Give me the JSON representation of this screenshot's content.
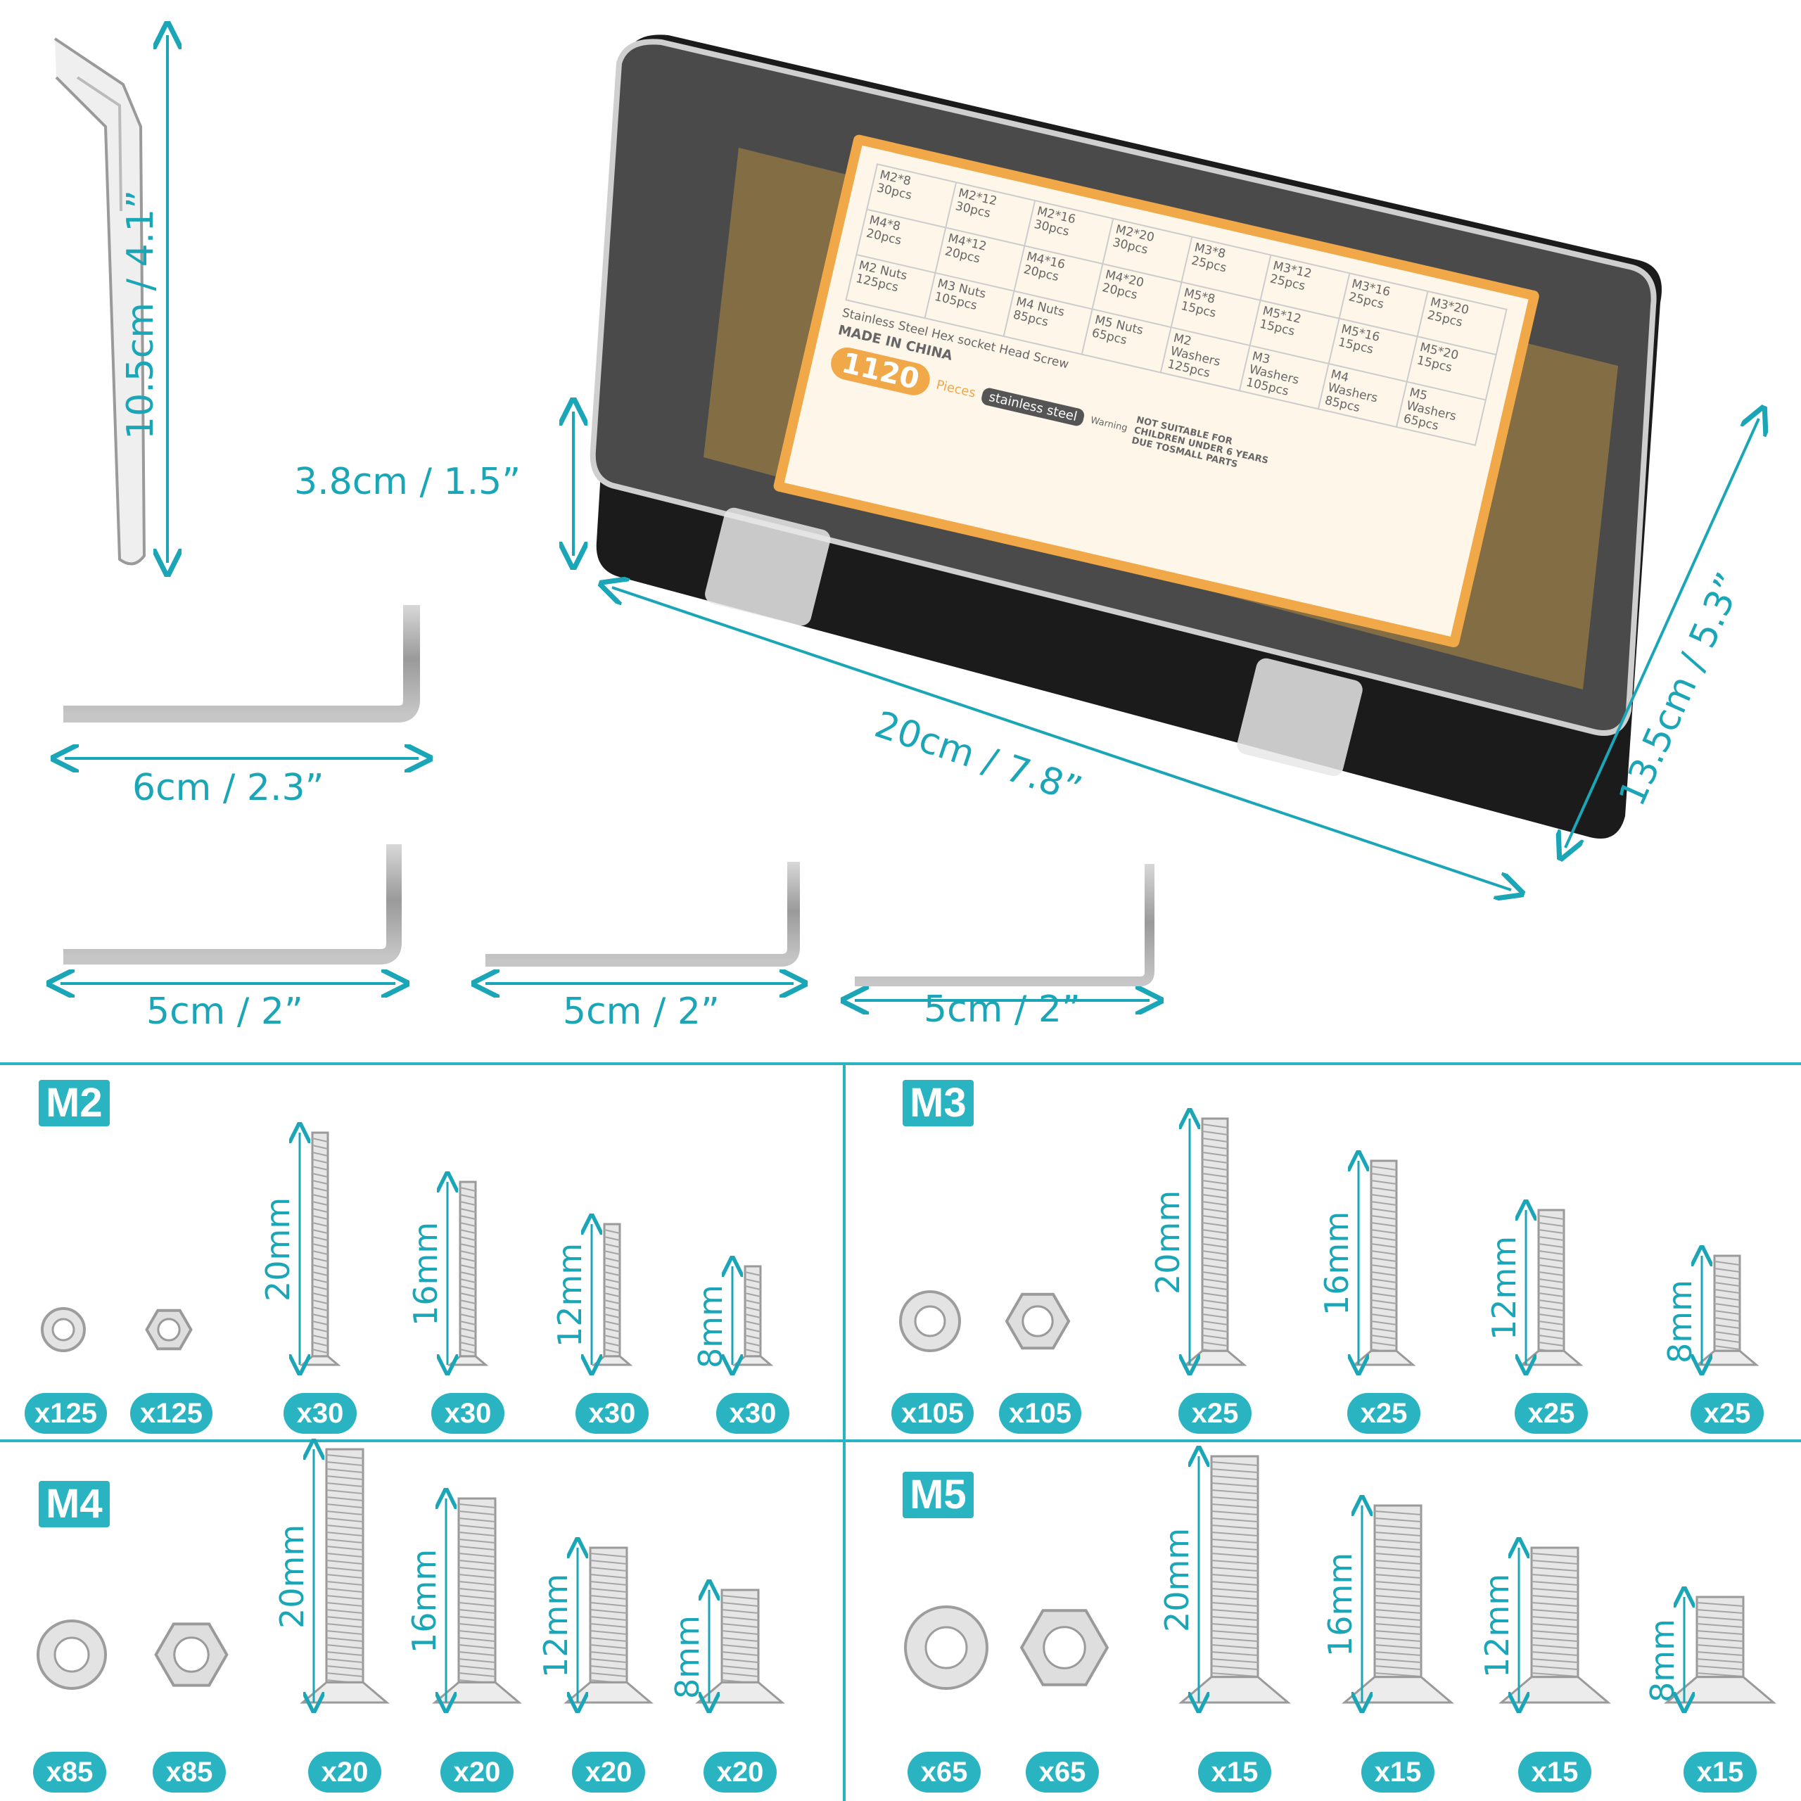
{
  "colors": {
    "accent": "#2ab3c0",
    "dimension": "#1aa6b7"
  },
  "dimensions": {
    "tweezers": "10.5cm / 4.1”",
    "box_height": "3.8cm / 1.5”",
    "box_length": "20cm / 7.8”",
    "box_width": "13.5cm / 5.3”",
    "wrench_large": "6cm / 2.3”",
    "wrench_a": "5cm / 2”",
    "wrench_b": "5cm / 2”",
    "wrench_c": "5cm / 2”"
  },
  "box_label": {
    "cells": [
      "M2*8 30pcs",
      "M2*12 30pcs",
      "M2*16 30pcs",
      "M2*20 30pcs",
      "M3*8 25pcs",
      "M3*12 25pcs",
      "M3*16 25pcs",
      "M3*20 25pcs",
      "M4*8 20pcs",
      "M4*12 20pcs",
      "M4*16 20pcs",
      "M4*20 20pcs",
      "M5*8 15pcs",
      "M5*12 15pcs",
      "M5*16 15pcs",
      "M5*20 15pcs",
      "M2 Nuts 125pcs",
      "M3 Nuts 105pcs",
      "M4 Nuts 85pcs",
      "M5 Nuts 65pcs",
      "M2 Washers 125pcs",
      "M3 Washers 105pcs",
      "M4 Washers 85pcs",
      "M5 Washers 65pcs"
    ],
    "desc": "Stainless Steel Hex socket Head Screw",
    "made": "MADE IN CHINA",
    "count": "1120",
    "count_unit": "Pieces",
    "material": "stainless steel",
    "warning": "NOT SUITABLE FOR CHILDREN UNDER 6 YEARS DUE TOSMALL PARTS",
    "warning_tag": "Warning"
  },
  "sections": [
    {
      "title": "M2",
      "washer_qty": "x125",
      "nut_qty": "x125",
      "screws": [
        {
          "length": "20mm",
          "qty": "x30"
        },
        {
          "length": "16mm",
          "qty": "x30"
        },
        {
          "length": "12mm",
          "qty": "x30"
        },
        {
          "length": "8mm",
          "qty": "x30"
        }
      ]
    },
    {
      "title": "M3",
      "washer_qty": "x105",
      "nut_qty": "x105",
      "screws": [
        {
          "length": "20mm",
          "qty": "x25"
        },
        {
          "length": "16mm",
          "qty": "x25"
        },
        {
          "length": "12mm",
          "qty": "x25"
        },
        {
          "length": "8mm",
          "qty": "x25"
        }
      ]
    },
    {
      "title": "M4",
      "washer_qty": "x85",
      "nut_qty": "x85",
      "screws": [
        {
          "length": "20mm",
          "qty": "x20"
        },
        {
          "length": "16mm",
          "qty": "x20"
        },
        {
          "length": "12mm",
          "qty": "x20"
        },
        {
          "length": "8mm",
          "qty": "x20"
        }
      ]
    },
    {
      "title": "M5",
      "washer_qty": "x65",
      "nut_qty": "x65",
      "screws": [
        {
          "length": "20mm",
          "qty": "x15"
        },
        {
          "length": "16mm",
          "qty": "x15"
        },
        {
          "length": "12mm",
          "qty": "x15"
        },
        {
          "length": "8mm",
          "qty": "x15"
        }
      ]
    }
  ]
}
